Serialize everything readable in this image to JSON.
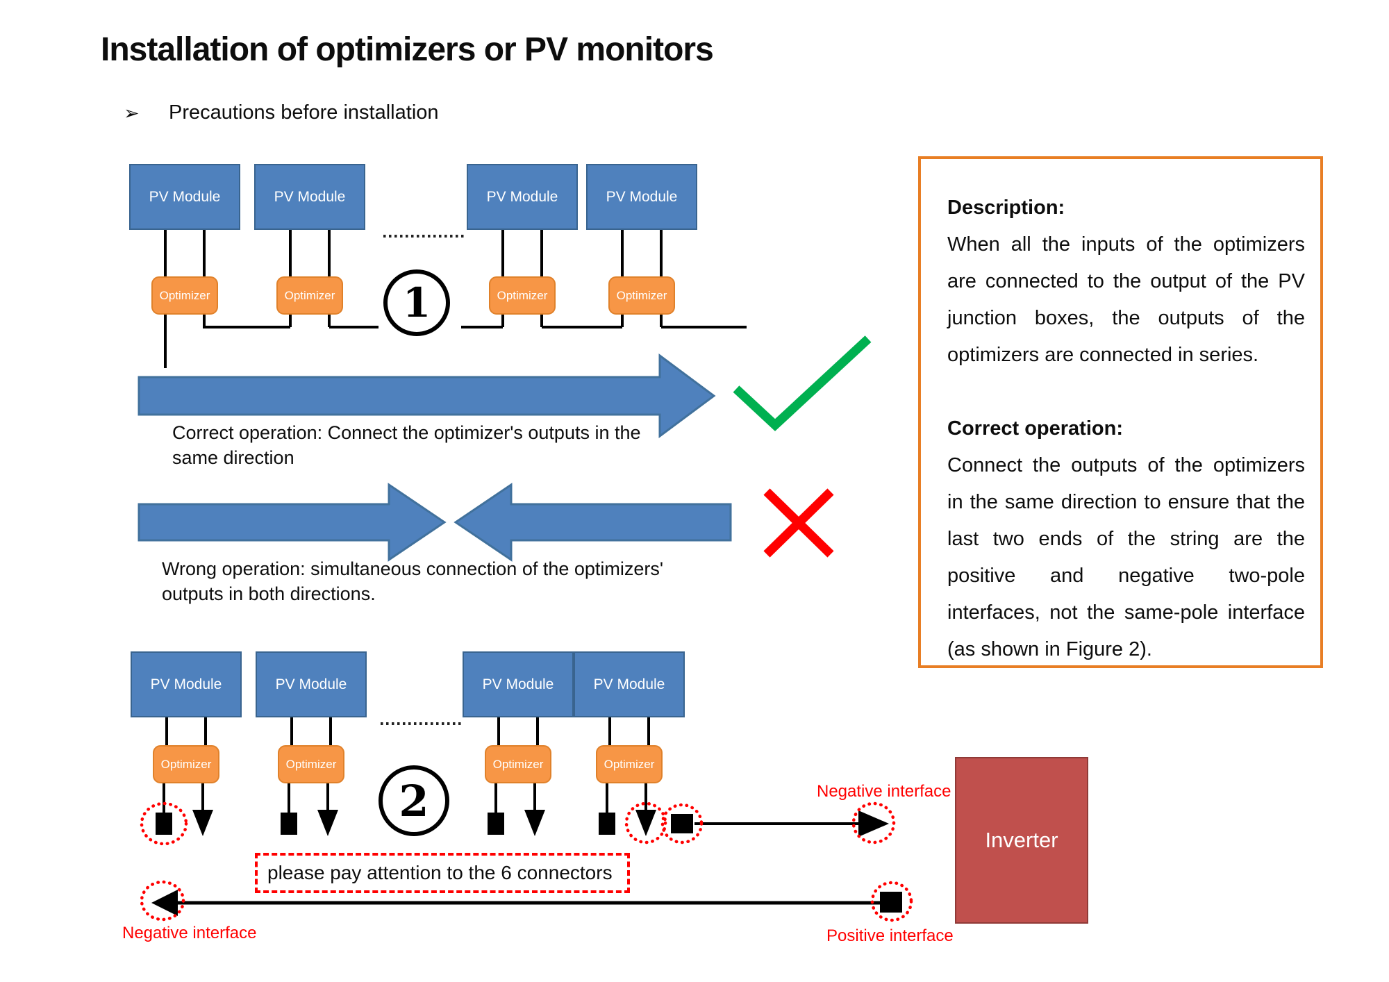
{
  "page": {
    "title": "Installation of optimizers or PV monitors",
    "bullet_glyph": "➢",
    "subtitle": "Precautions before installation"
  },
  "labels": {
    "pv_module": "PV Module",
    "optimizer": "Optimizer",
    "inverter": "Inverter"
  },
  "figure1": {
    "number": "1",
    "caption_correct_line1": "Correct operation: Connect the optimizer's outputs in the",
    "caption_correct_line2": "same direction",
    "caption_wrong_line1": "Wrong operation: simultaneous connection of the optimizers'",
    "caption_wrong_line2": "outputs in both directions."
  },
  "figure2": {
    "number": "2",
    "note": "please pay attention to the 6 connectors",
    "negative_interface_top": "Negative interface",
    "negative_interface_bottom": "Negative interface",
    "positive_interface": "Positive interface"
  },
  "description_box": {
    "lines": [
      "Description:",
      "When all the inputs of the optimizers",
      "are connected to the output of the PV",
      "junction boxes, the outputs of the",
      "optimizers are connected in series.",
      "",
      "Correct operation:",
      "Connect the outputs of the optimizers",
      "in the same direction to ensure that the",
      "last two ends of the string are the",
      "positive and negative two-pole",
      "interfaces, not the same-pole interface",
      "(as shown in Figure 2)."
    ]
  },
  "colors": {
    "module_blue": "#4f81bd",
    "optimizer_orange": "#f79646",
    "inverter_red": "#c0504d",
    "arrow_blue": "#4f81bd",
    "check_green": "#00b050",
    "error_red": "#ff0000",
    "accent_orange": "#e87e24"
  }
}
